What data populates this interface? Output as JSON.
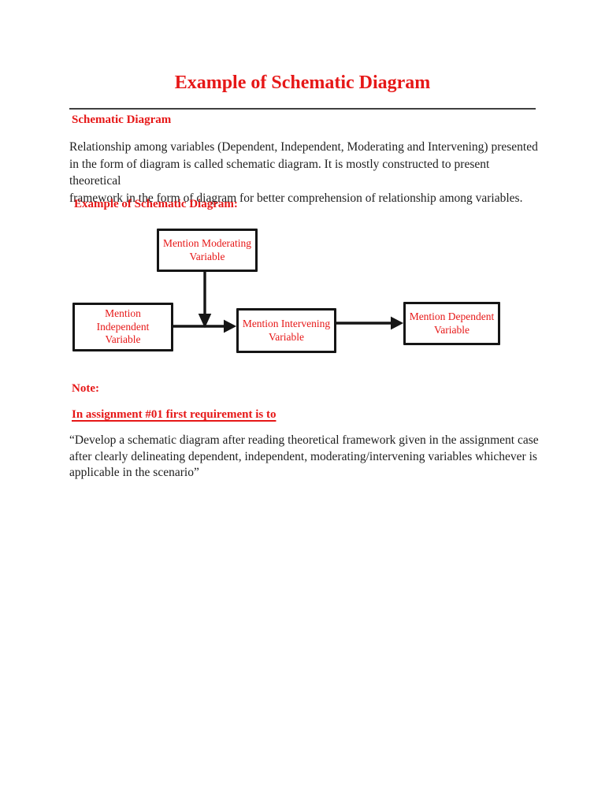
{
  "page": {
    "title": "Example of Schematic Diagram",
    "section_heading": "Schematic Diagram",
    "intro_paragraph": {
      "text": "Relationship among variables (Dependent, Independent, Moderating and Intervening) presented in the form of diagram is called schematic diagram. It is mostly constructed to present theoretical framework in the form of diagram for better comprehension of relationship among variables.",
      "lines": [
        "Relationship among variables (Dependent, Independent, Moderating and Intervening) presented",
        "in the form of diagram is called schematic diagram. It is mostly constructed to present theoretical",
        "framework in the form of diagram for better comprehension of relationship among variables."
      ]
    },
    "example_heading": "Example of Schematic Diagram:",
    "note_heading": "Note:",
    "assignment_heading": "In assignment #01 first requirement is to",
    "quote_paragraph": {
      "text": "“Develop a schematic diagram after reading theoretical framework given in the assignment case after clearly delineating dependent, independent, moderating/intervening variables whichever is applicable in the scenario”",
      "lines": [
        "“Develop a schematic diagram after reading theoretical framework given in the assignment case",
        "after clearly delineating dependent, independent, moderating/intervening variables whichever is",
        "applicable in the scenario”"
      ]
    }
  },
  "diagram": {
    "boxes": {
      "moderating": {
        "label": "Mention Moderating\nVariable"
      },
      "independent": {
        "label": "Mention\nIndependent\nVariable"
      },
      "intervening": {
        "label": "Mention Intervening\nVariable"
      },
      "dependent": {
        "label": "Mention Dependent\nVariable"
      }
    },
    "arrows": [
      {
        "name": "moderating-down-arrow",
        "from": "moderating-variable-box",
        "to": "independent-to-intervening-flow-line"
      },
      {
        "name": "independent-to-intervening-arrow",
        "from": "independent-variable-box",
        "to": "intervening-variable-box"
      },
      {
        "name": "intervening-to-dependent-arrow",
        "from": "intervening-variable-box",
        "to": "dependent-variable-box"
      }
    ]
  },
  "colors": {
    "accent_red": "#e61717",
    "text_black": "#1e1e1e",
    "line_black": "#151515",
    "divider_gray": "#404040",
    "page_background": "#ffffff"
  }
}
